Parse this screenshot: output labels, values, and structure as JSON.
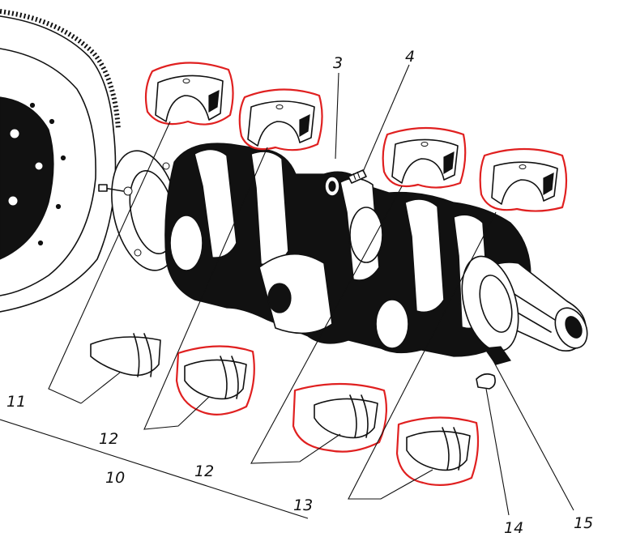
{
  "diagram": {
    "callouts": [
      {
        "id": "label-3",
        "text": "3"
      },
      {
        "id": "label-4",
        "text": "4"
      },
      {
        "id": "label-11",
        "text": "11"
      },
      {
        "id": "label-12a",
        "text": "12"
      },
      {
        "id": "label-12b",
        "text": "12"
      },
      {
        "id": "label-10",
        "text": "10"
      },
      {
        "id": "label-13",
        "text": "13"
      },
      {
        "id": "label-14",
        "text": "14"
      },
      {
        "id": "label-15",
        "text": "15"
      }
    ],
    "highlight_color": "#e02020",
    "ink_color": "#111111"
  }
}
